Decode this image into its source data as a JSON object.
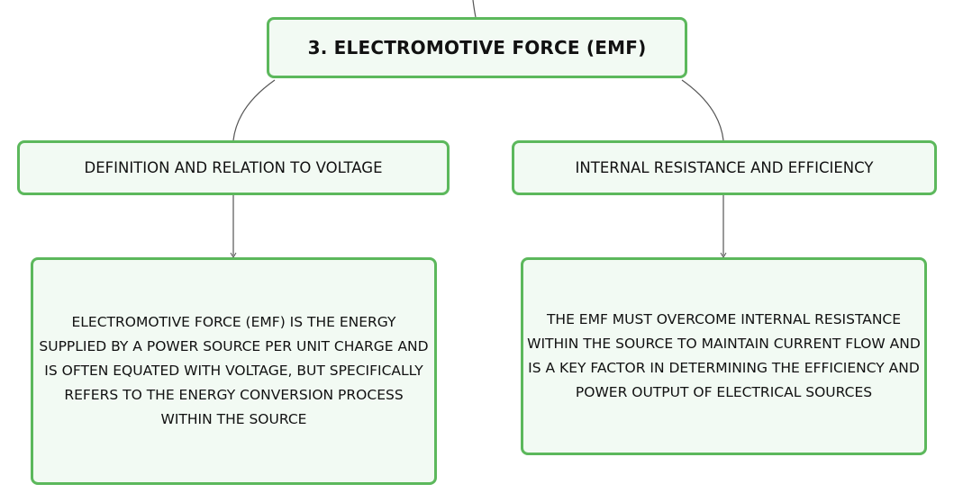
{
  "mindmap": {
    "root": {
      "label": "3. ELECTROMOTIVE FORCE (EMF)"
    },
    "branches": [
      {
        "label": "DEFINITION AND RELATION TO VOLTAGE",
        "detail": "ELECTROMOTIVE FORCE (EMF) IS THE ENERGY SUPPLIED BY A POWER SOURCE PER UNIT CHARGE AND IS OFTEN EQUATED WITH VOLTAGE, BUT SPECIFICALLY REFERS TO THE ENERGY CONVERSION PROCESS WITHIN THE SOURCE"
      },
      {
        "label": "INTERNAL RESISTANCE AND EFFICIENCY",
        "detail": "THE EMF MUST OVERCOME INTERNAL RESISTANCE WITHIN THE SOURCE TO MAINTAIN CURRENT FLOW AND IS A KEY FACTOR IN DETERMINING THE EFFICIENCY AND POWER OUTPUT OF ELECTRICAL SOURCES"
      }
    ]
  },
  "colors": {
    "node_border": "#5cb85c",
    "node_fill": "#f2faf3",
    "connector": "#555555"
  }
}
